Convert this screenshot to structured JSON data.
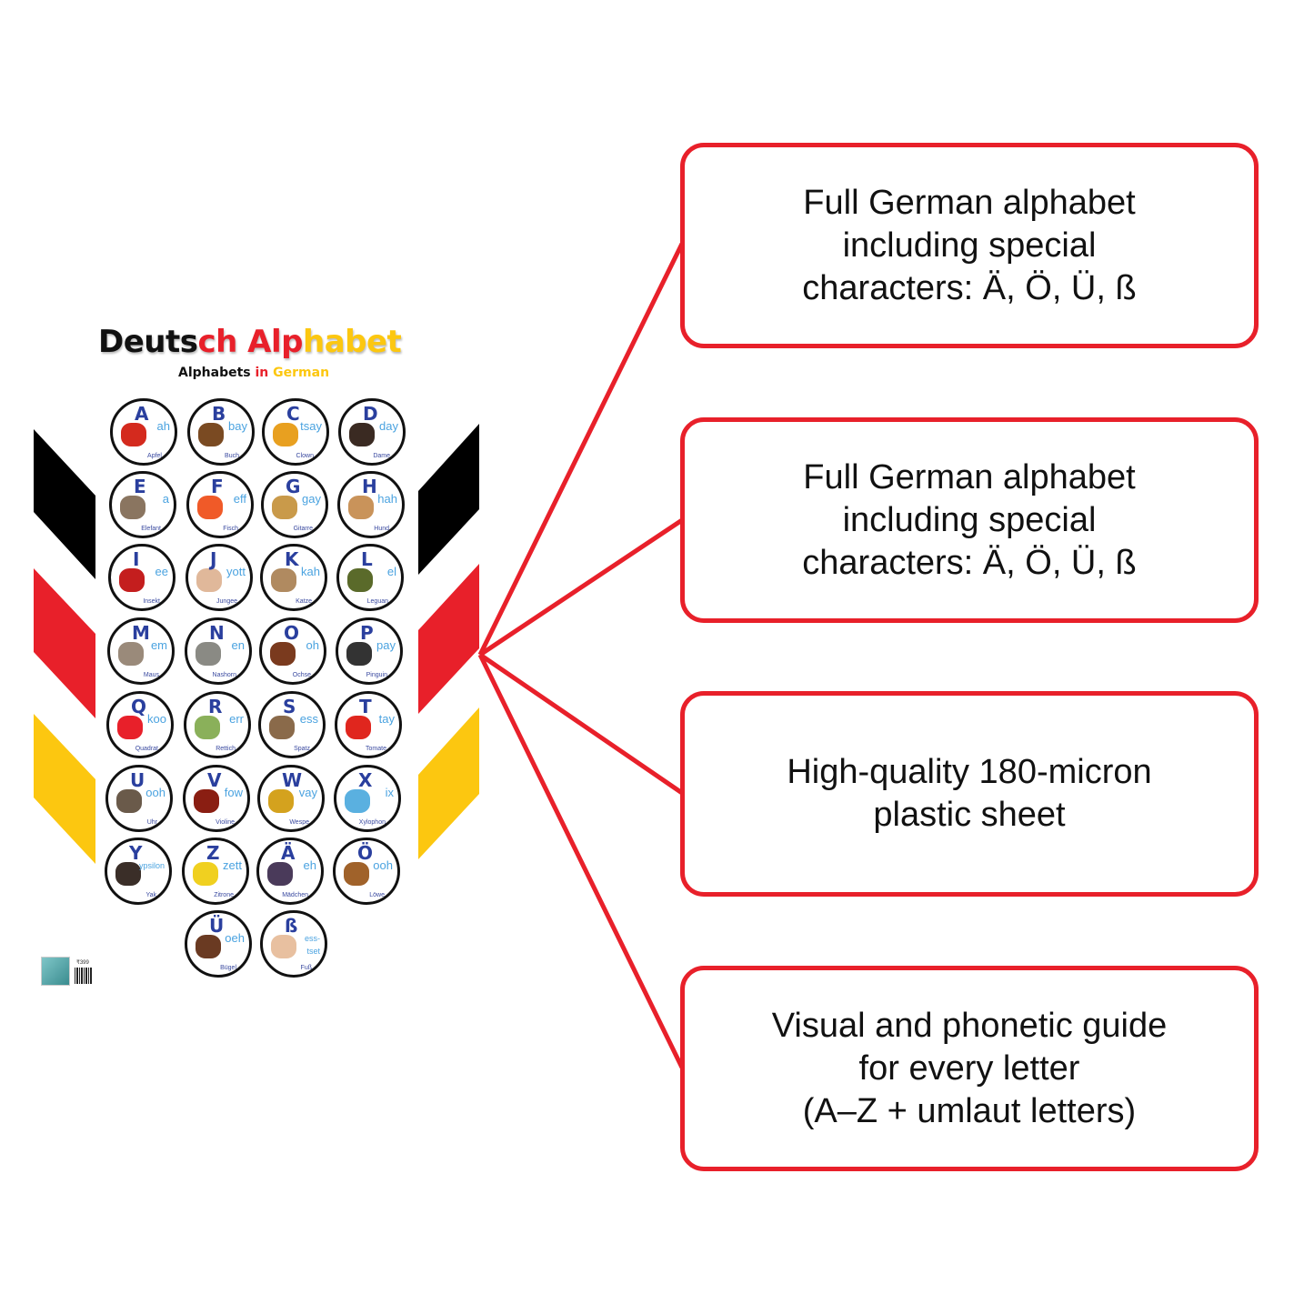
{
  "poster": {
    "title_parts": [
      "Deuts",
      "ch Alp",
      "habet"
    ],
    "subtitle_parts": [
      "Alphabets ",
      "in ",
      "German"
    ],
    "price": "₹399",
    "colors": {
      "black": "#111111",
      "red": "#e8202a",
      "yellow": "#fcc710",
      "letter": "#2a3f9e",
      "phonetic": "#4ba3e0"
    },
    "letters": [
      {
        "letter": "A",
        "phonetic": "ah",
        "word": "Apfel",
        "color": "#d42a1e"
      },
      {
        "letter": "B",
        "phonetic": "bay",
        "word": "Buch",
        "color": "#7a4a22"
      },
      {
        "letter": "C",
        "phonetic": "tsay",
        "word": "Clown",
        "color": "#e8a020"
      },
      {
        "letter": "D",
        "phonetic": "day",
        "word": "Dame",
        "color": "#3a2a22"
      },
      {
        "letter": "E",
        "phonetic": "a",
        "word": "Elefant",
        "color": "#8a7560"
      },
      {
        "letter": "F",
        "phonetic": "eff",
        "word": "Fisch",
        "color": "#f05a28"
      },
      {
        "letter": "G",
        "phonetic": "gay",
        "word": "Gitarre",
        "color": "#c99a4a"
      },
      {
        "letter": "H",
        "phonetic": "hah",
        "word": "Hund",
        "color": "#c9935a"
      },
      {
        "letter": "I",
        "phonetic": "ee",
        "word": "Insekt",
        "color": "#c41e1e"
      },
      {
        "letter": "J",
        "phonetic": "yott",
        "word": "Jungee",
        "color": "#e0b89a"
      },
      {
        "letter": "K",
        "phonetic": "kah",
        "word": "Katze",
        "color": "#b08a60"
      },
      {
        "letter": "L",
        "phonetic": "el",
        "word": "Leguan",
        "color": "#5a6a2a"
      },
      {
        "letter": "M",
        "phonetic": "em",
        "word": "Maus",
        "color": "#9a8a7a"
      },
      {
        "letter": "N",
        "phonetic": "en",
        "word": "Nashorn",
        "color": "#8a8a84"
      },
      {
        "letter": "O",
        "phonetic": "oh",
        "word": "Ochse",
        "color": "#7a3a1e"
      },
      {
        "letter": "P",
        "phonetic": "pay",
        "word": "Pinguin",
        "color": "#333333"
      },
      {
        "letter": "Q",
        "phonetic": "koo",
        "word": "Quadrat",
        "color": "#e8202a"
      },
      {
        "letter": "R",
        "phonetic": "err",
        "word": "Rettich",
        "color": "#8ab05a"
      },
      {
        "letter": "S",
        "phonetic": "ess",
        "word": "Spatz",
        "color": "#8a6a4a"
      },
      {
        "letter": "T",
        "phonetic": "tay",
        "word": "Tomate",
        "color": "#e0261e"
      },
      {
        "letter": "U",
        "phonetic": "ooh",
        "word": "Uhr",
        "color": "#6a5a4a"
      },
      {
        "letter": "V",
        "phonetic": "fow",
        "word": "Violine",
        "color": "#8a1e12"
      },
      {
        "letter": "W",
        "phonetic": "vay",
        "word": "Wespe",
        "color": "#d4a21e"
      },
      {
        "letter": "X",
        "phonetic": "ix",
        "word": "Xylophon",
        "color": "#5ab0e0"
      },
      {
        "letter": "Y",
        "phonetic": "ypsilon",
        "word": "Yak",
        "color": "#3a2e28"
      },
      {
        "letter": "Z",
        "phonetic": "zett",
        "word": "Zitrone",
        "color": "#f0d020"
      },
      {
        "letter": "Ä",
        "phonetic": "eh",
        "word": "Mädchen",
        "color": "#4a3a5a"
      },
      {
        "letter": "Ö",
        "phonetic": "ooh",
        "word": "Löwe",
        "color": "#a0622a"
      },
      {
        "letter": "Ü",
        "phonetic": "oeh",
        "word": "Bügel",
        "color": "#6a3a22"
      },
      {
        "letter": "ß",
        "phonetic": "ess-\ntset",
        "word": "Fuß",
        "color": "#e8c0a0"
      }
    ]
  },
  "features": [
    {
      "text": "Full German alphabet\nincluding special\ncharacters: Ä, Ö, Ü, ß"
    },
    {
      "text": "Full German alphabet\nincluding special\ncharacters: Ä, Ö, Ü, ß"
    },
    {
      "text": "High-quality 180-micron\nplastic sheet"
    },
    {
      "text": "Visual and phonetic guide\nfor every letter\n(A–Z + umlaut letters)"
    }
  ]
}
